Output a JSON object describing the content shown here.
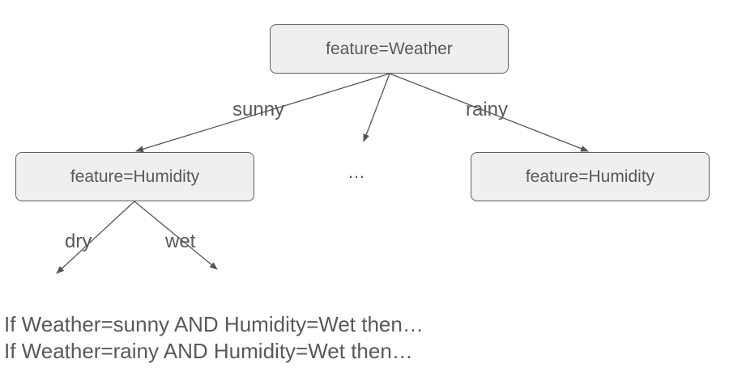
{
  "tree": {
    "root": {
      "label": "feature=Weather"
    },
    "left": {
      "label": "feature=Humidity"
    },
    "right": {
      "label": "feature=Humidity"
    },
    "middle_placeholder": "…",
    "edges": {
      "sunny": "sunny",
      "rainy": "rainy",
      "dry": "dry",
      "wet": "wet"
    }
  },
  "rules": [
    "If Weather=sunny AND Humidity=Wet then…",
    "If Weather=rainy AND Humidity=Wet then…"
  ],
  "colors": {
    "node_fill": "#efefef",
    "node_border": "#5f5f5f",
    "text": "#595959",
    "edge": "#555555"
  }
}
